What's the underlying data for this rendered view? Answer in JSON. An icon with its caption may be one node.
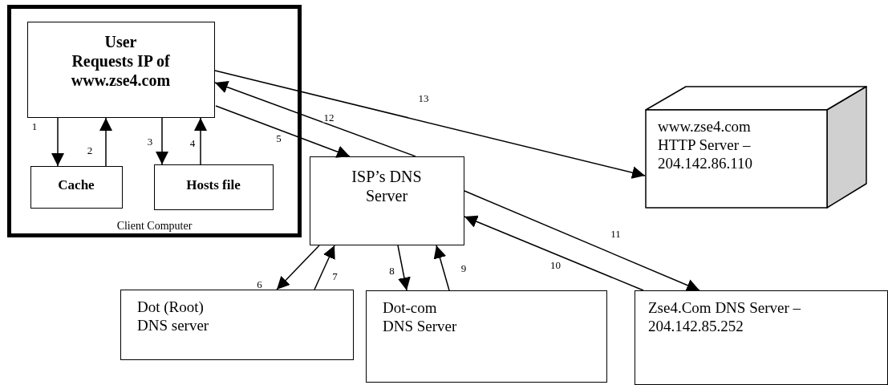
{
  "diagram": {
    "nodes": [
      {
        "text": [
          "Client Computer"
        ]
      },
      {
        "text": [
          "User",
          "Requests IP of www.zse4.com"
        ],
        "in": 0
      },
      {
        "text": [
          "Cache"
        ],
        "in": 0
      },
      {
        "text": [
          "Hosts file"
        ],
        "in": 0
      },
      {
        "text": [
          "ISP’s DNS Server"
        ]
      },
      {
        "text": [
          "www.zse4.com HTTP Server – 204.142.86.110"
        ]
      },
      {
        "text": [
          "Dot (Root) DNS server"
        ]
      },
      {
        "text": [
          "Dot-com DNS Server"
        ]
      },
      {
        "text": [
          "Zse4.Com DNS Server – 204.142.85.252"
        ]
      }
    ],
    "edges": [
      {
        "from": 1,
        "to": 2,
        "arrow": "to",
        "label": "1"
      },
      {
        "from": 2,
        "to": 1,
        "arrow": "to",
        "label": "2"
      },
      {
        "from": 1,
        "to": 3,
        "arrow": "to",
        "label": "3"
      },
      {
        "from": 3,
        "to": 1,
        "arrow": "to",
        "label": "4"
      },
      {
        "from": 1,
        "to": 4,
        "arrow": "to",
        "label": "5"
      },
      {
        "from": 4,
        "to": 6,
        "arrow": "to",
        "label": "6"
      },
      {
        "from": 6,
        "to": 4,
        "arrow": "to",
        "label": "7"
      },
      {
        "from": 4,
        "to": 7,
        "arrow": "to",
        "label": "8"
      },
      {
        "from": 7,
        "to": 4,
        "arrow": "to",
        "label": "9"
      },
      {
        "from": 8,
        "to": 4,
        "arrow": "to",
        "label": "10"
      },
      {
        "from": 4,
        "to": 8,
        "arrow": "to",
        "label": "11"
      },
      {
        "from": 4,
        "to": 1,
        "arrow": "to",
        "label": "12"
      },
      {
        "from": 1,
        "to": 5,
        "arrow": "to",
        "label": "13"
      }
    ]
  }
}
